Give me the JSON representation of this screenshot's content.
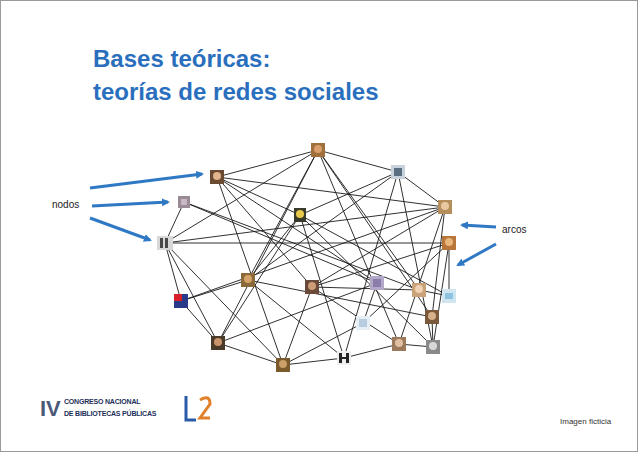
{
  "diagram": {
    "title": "Bases teóricas: teorías de redes sociales",
    "labels": [
      "nodos",
      "arcos",
      "IV",
      "CONGRESO NACIONAL",
      "DE BIBLIOTECAS PÚBLICAS",
      "Imagen ficticia"
    ]
  }
}
